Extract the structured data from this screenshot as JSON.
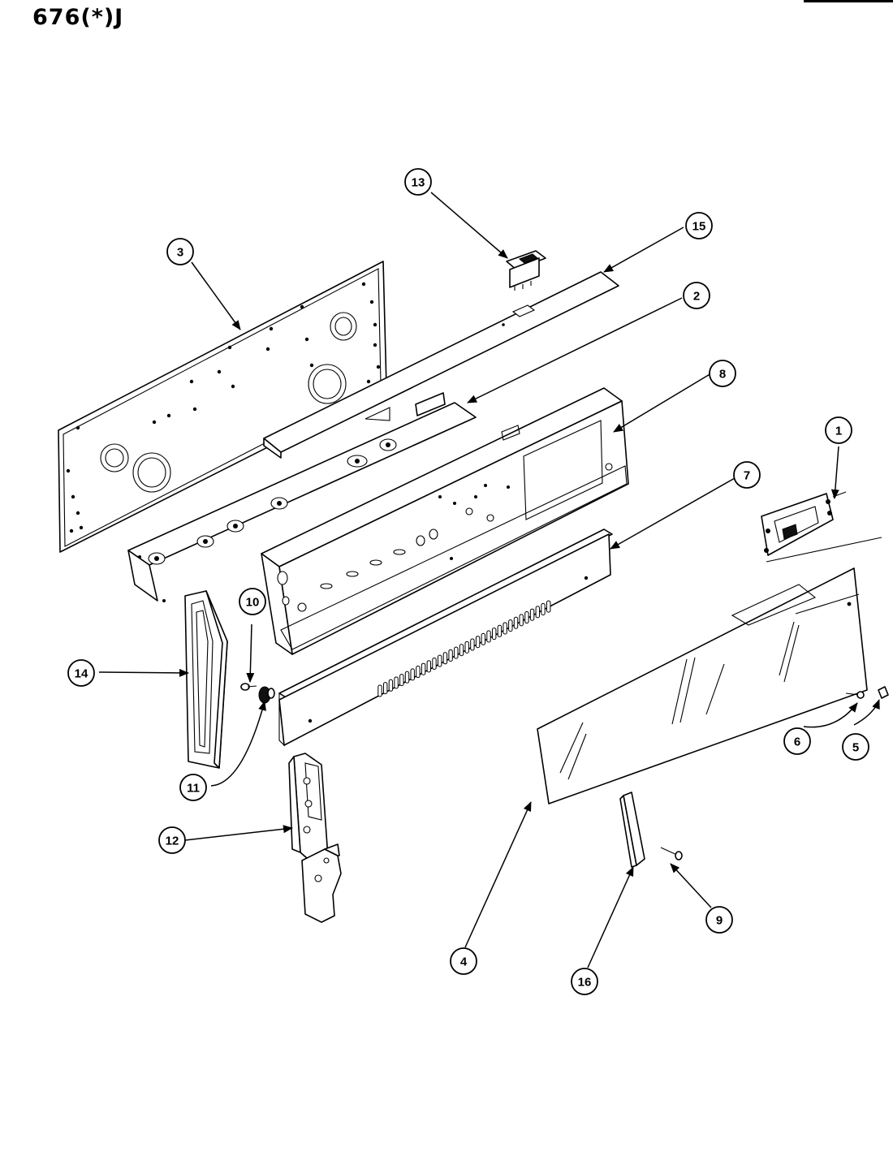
{
  "title": "676(*)J",
  "callouts": [
    {
      "id": "callout-1",
      "label": "1"
    },
    {
      "id": "callout-2",
      "label": "2"
    },
    {
      "id": "callout-3",
      "label": "3"
    },
    {
      "id": "callout-4",
      "label": "4"
    },
    {
      "id": "callout-5",
      "label": "5"
    },
    {
      "id": "callout-6",
      "label": "6"
    },
    {
      "id": "callout-7",
      "label": "7"
    },
    {
      "id": "callout-8",
      "label": "8"
    },
    {
      "id": "callout-9",
      "label": "9"
    },
    {
      "id": "callout-10",
      "label": "10"
    },
    {
      "id": "callout-11",
      "label": "11"
    },
    {
      "id": "callout-12",
      "label": "12"
    },
    {
      "id": "callout-13",
      "label": "13"
    },
    {
      "id": "callout-14",
      "label": "14"
    },
    {
      "id": "callout-15",
      "label": "15"
    },
    {
      "id": "callout-16",
      "label": "16"
    }
  ]
}
